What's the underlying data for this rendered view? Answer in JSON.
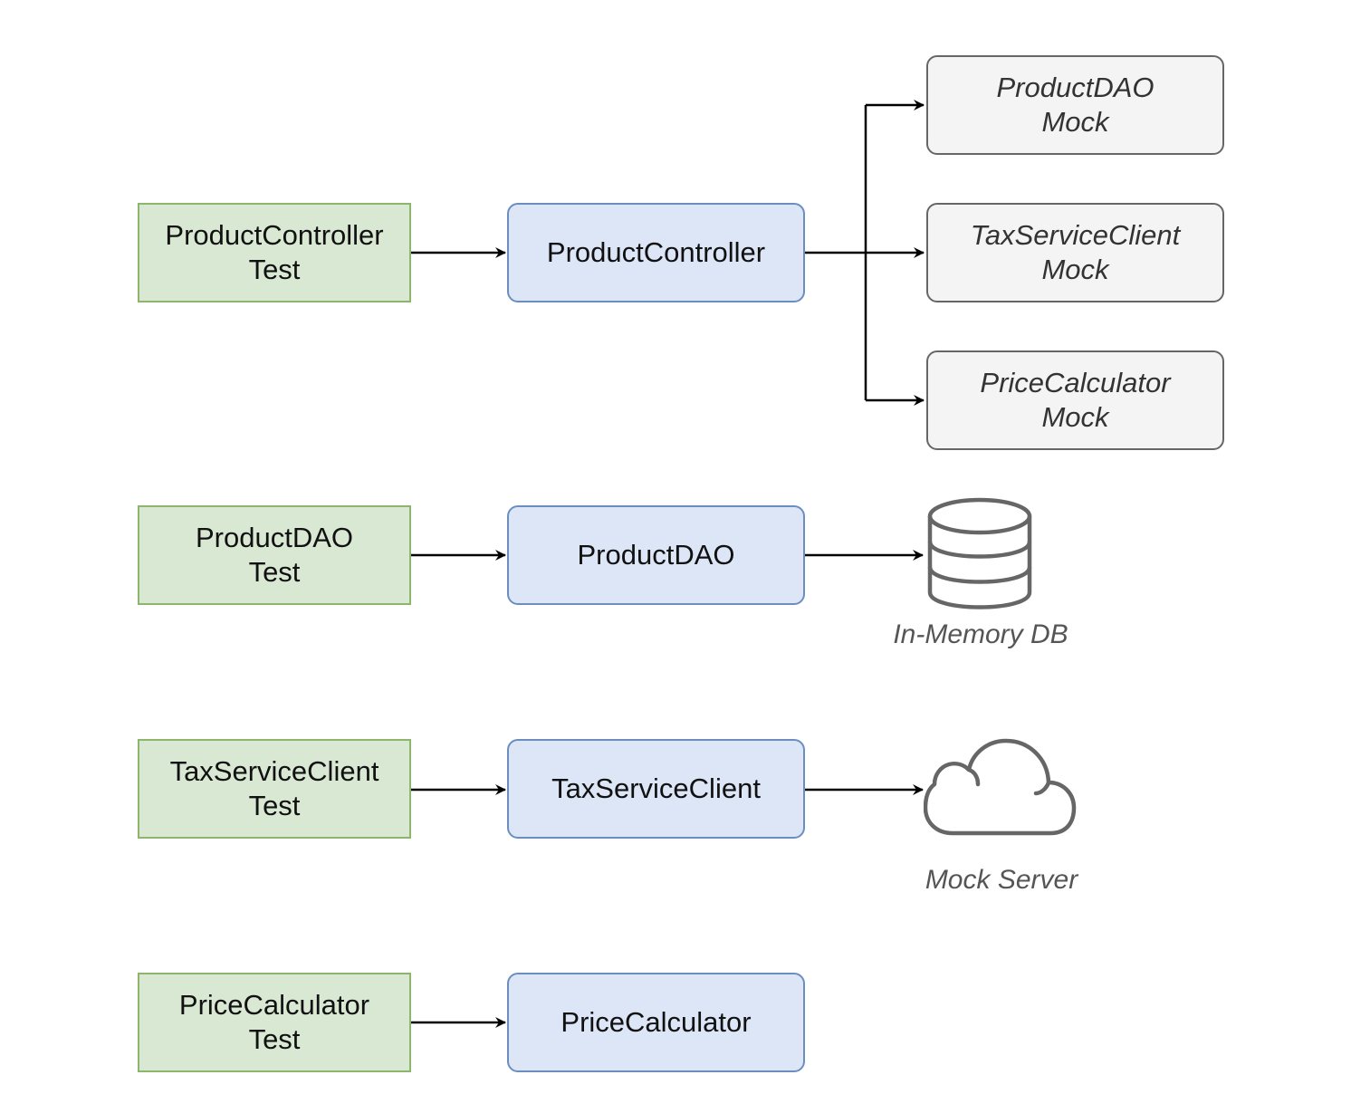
{
  "diagram": {
    "rows": [
      {
        "test": {
          "line1": "ProductController",
          "line2": "Test"
        },
        "unit": "ProductController",
        "mocks": [
          {
            "line1": "ProductDAO",
            "line2": "Mock"
          },
          {
            "line1": "TaxServiceClient",
            "line2": "Mock"
          },
          {
            "line1": "PriceCalculator",
            "line2": "Mock"
          }
        ]
      },
      {
        "test": {
          "line1": "ProductDAO",
          "line2": "Test"
        },
        "unit": "ProductDAO",
        "dependency": {
          "icon": "database-icon",
          "label": "In-Memory DB"
        }
      },
      {
        "test": {
          "line1": "TaxServiceClient",
          "line2": "Test"
        },
        "unit": "TaxServiceClient",
        "dependency": {
          "icon": "cloud-icon",
          "label": "Mock Server"
        }
      },
      {
        "test": {
          "line1": "PriceCalculator",
          "line2": "Test"
        },
        "unit": "PriceCalculator"
      }
    ],
    "colors": {
      "test_fill": "#d9e8d3",
      "test_border": "#8cb66b",
      "unit_fill": "#dce6f7",
      "unit_border": "#6c8ebf",
      "mock_fill": "#f4f4f4",
      "mock_border": "#666666",
      "connector": "#000000"
    }
  }
}
